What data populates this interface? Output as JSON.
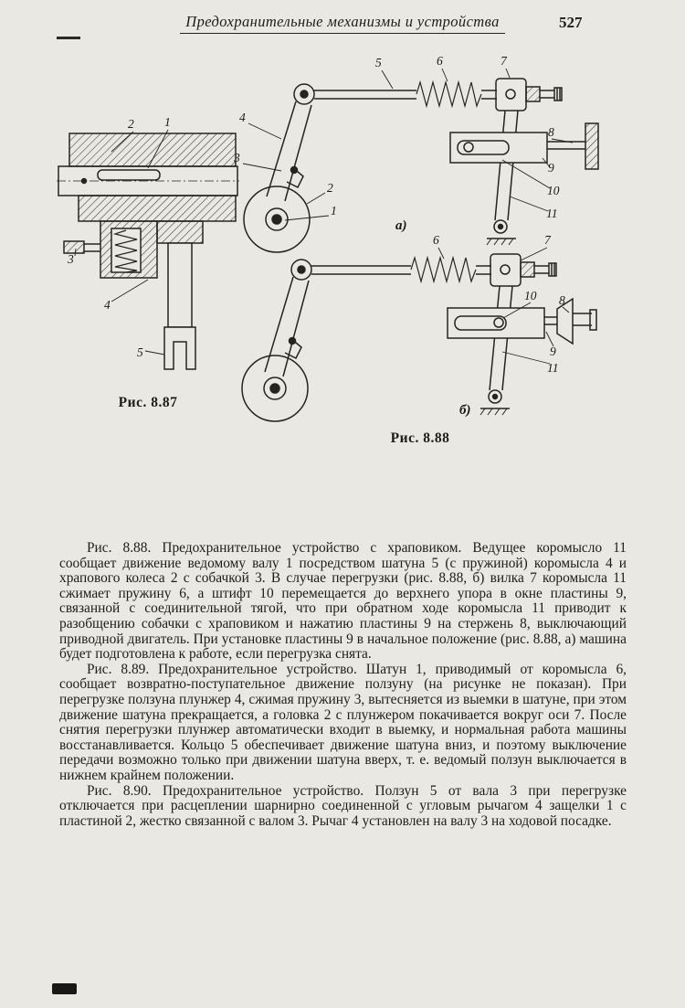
{
  "header": {
    "running_title": "Предохранительные механизмы и устройства",
    "page_number": "527"
  },
  "figures": {
    "fig887": {
      "caption": "Рис. 8.87",
      "labels": {
        "n1": "1",
        "n2": "2",
        "n3": "3",
        "n4": "4",
        "n5": "5"
      }
    },
    "fig888": {
      "caption": "Рис. 8.88",
      "a": {
        "sub": "а)",
        "n1": "1",
        "n2": "2",
        "n3": "3",
        "n4": "4",
        "n5": "5",
        "n6": "6",
        "n7": "7",
        "n8": "8",
        "n9": "9",
        "n10": "10",
        "n11": "11"
      },
      "b": {
        "sub": "б)",
        "n6": "6",
        "n7": "7",
        "n8": "8",
        "n9": "9",
        "n10": "10",
        "n11": "11"
      }
    }
  },
  "body": {
    "paragraphs": [
      "Рис. 8.88. Предохранительное устройство с храповиком. Ведущее коромысло 11 сообщает движение ведомому валу 1 посредством шатуна 5 (с пружиной) коромысла 4 и храпового колеса 2 с собачкой 3. В случае перегрузки (рис. 8.88, б) вилка 7 коромысла 11 сжимает пружину 6, а штифт 10 перемещается до верхнего упора в окне пластины 9, связанной с соединительной тягой, что при обратном ходе коромысла 11 приводит к разобщению собачки с храповиком и нажатию пластины 9 на стержень 8, выключающий приводной двигатель. При установке пластины 9 в начальное положение (рис. 8.88, а) машина будет подготовлена к работе, если перегрузка снята.",
      "Рис. 8.89. Предохранительное устройство. Шатун 1, приводимый от коромысла 6, сообщает возвратно-поступательное движение ползуну (на рисунке не показан). При перегрузке ползуна плунжер 4, сжимая пружину 3, вытесняется из выемки в шатуне, при этом движение шатуна прекращается, а головка 2 с плунжером покачивается вокруг оси 7. После снятия перегрузки плунжер автоматически входит в выемку, и нормальная работа машины восстанавливается. Кольцо 5 обеспечивает движение шатуна вниз, и поэтому выключение передачи возможно только при движении шатуна вверх, т. е. ведомый ползун выключается в нижнем крайнем положении.",
      "Рис. 8.90. Предохранительное устройство. Ползун 5 от вала 3 при перегрузке отключается при расцеплении шарнирно соединенной с угловым рычагом 4 защелки 1 с пластиной 2, жестко связанной с валом 3. Рычаг 4 установлен на валу 3 на ходовой посадке."
    ]
  }
}
